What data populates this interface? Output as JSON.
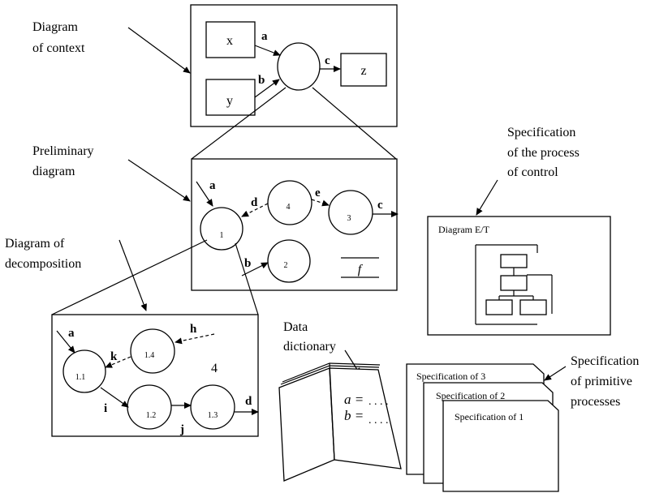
{
  "labels": {
    "context": [
      "Diagram",
      "of context"
    ],
    "preliminary": [
      "Preliminary",
      "diagram"
    ],
    "decomposition": [
      "Diagram of",
      "decomposition"
    ],
    "control": [
      "Specification",
      "of the process",
      "of control"
    ],
    "dictionary": [
      "Data",
      "dictionary"
    ],
    "primitive": [
      "Specification",
      "of primitive",
      "processes"
    ]
  },
  "context": {
    "x": "x",
    "y": "y",
    "z": "z",
    "a": "a",
    "b": "b",
    "c": "c"
  },
  "preliminary": {
    "nodes": [
      "1",
      "2",
      "3",
      "4"
    ],
    "flows": {
      "a": "a",
      "b": "b",
      "c": "c",
      "d": "d",
      "e": "e"
    },
    "store": "f"
  },
  "decomposition": {
    "nodes": [
      "1.1",
      "1.2",
      "1.3",
      "1.4"
    ],
    "flows": {
      "a": "a",
      "d": "d",
      "h": "h",
      "i": "i",
      "j": "j",
      "k": "k"
    },
    "number": "4"
  },
  "control_box": {
    "title": "Diagram E/T"
  },
  "dictionary_entries": [
    "a =",
    "b ="
  ],
  "spec_pages": [
    "Specification of 3",
    "Specification of 2",
    "Specification of 1"
  ]
}
